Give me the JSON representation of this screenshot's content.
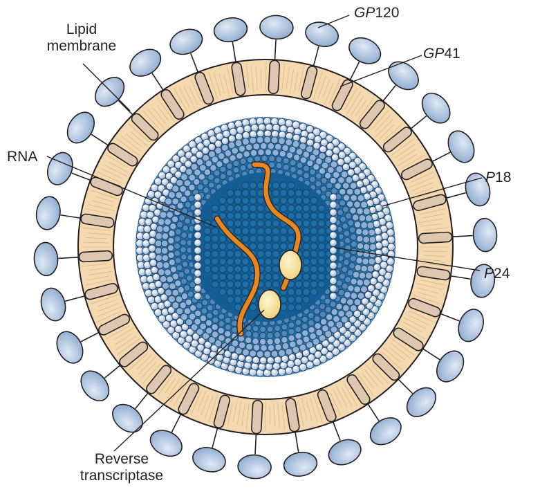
{
  "labels": {
    "gp120": {
      "italic": "GP",
      "rest": "120"
    },
    "gp41": {
      "italic": "GP",
      "rest": "41"
    },
    "lipid_membrane": {
      "line1": "Lipid",
      "line2": "membrane"
    },
    "rna": "RNA",
    "p18": {
      "italic": "P",
      "rest": "18"
    },
    "p24": {
      "italic": "P",
      "rest": "24"
    },
    "reverse_transcriptase": {
      "line1": "Reverse",
      "line2": "transcriptase"
    }
  },
  "colors": {
    "membrane": "#f4d9b0",
    "membrane_lines": "#c79a5e",
    "gp41_stalk": "#ddc7b0",
    "gp120_knob": "#9db8d8",
    "capsid_dark": "#1d6aa0",
    "capsid_bead": "#c7d6e9",
    "rna": "#e8861f",
    "enzyme": "#f8e6a2",
    "outline": "#231f20"
  }
}
